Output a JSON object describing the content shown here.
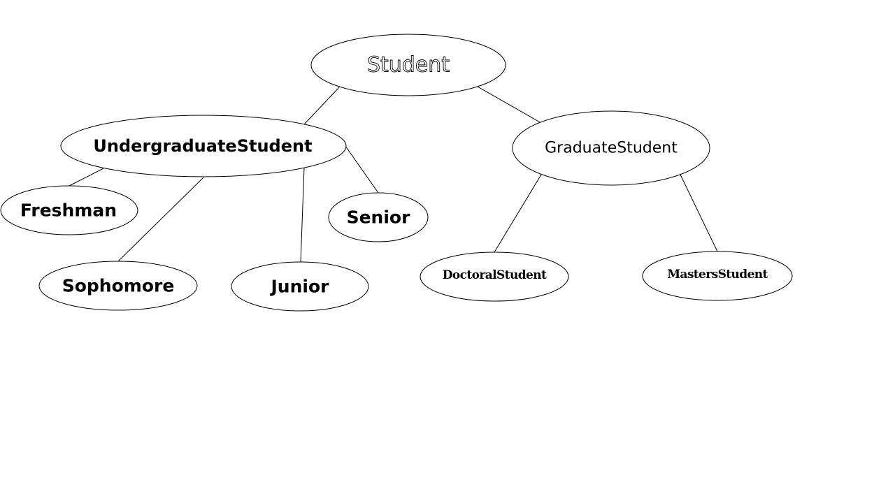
{
  "diagram": {
    "nodes": [
      {
        "id": "student",
        "label": "Student"
      },
      {
        "id": "undergraduate",
        "label": "UndergraduateStudent"
      },
      {
        "id": "graduate",
        "label": "GraduateStudent"
      },
      {
        "id": "freshman",
        "label": "Freshman"
      },
      {
        "id": "sophomore",
        "label": "Sophomore"
      },
      {
        "id": "junior",
        "label": "Junior"
      },
      {
        "id": "senior",
        "label": "Senior"
      },
      {
        "id": "doctoral",
        "label": "DoctoralStudent"
      },
      {
        "id": "masters",
        "label": "MastersStudent"
      }
    ],
    "edges": [
      {
        "from": "student",
        "to": "undergraduate"
      },
      {
        "from": "student",
        "to": "graduate"
      },
      {
        "from": "undergraduate",
        "to": "freshman"
      },
      {
        "from": "undergraduate",
        "to": "sophomore"
      },
      {
        "from": "undergraduate",
        "to": "junior"
      },
      {
        "from": "undergraduate",
        "to": "senior"
      },
      {
        "from": "graduate",
        "to": "doctoral"
      },
      {
        "from": "graduate",
        "to": "masters"
      }
    ]
  }
}
